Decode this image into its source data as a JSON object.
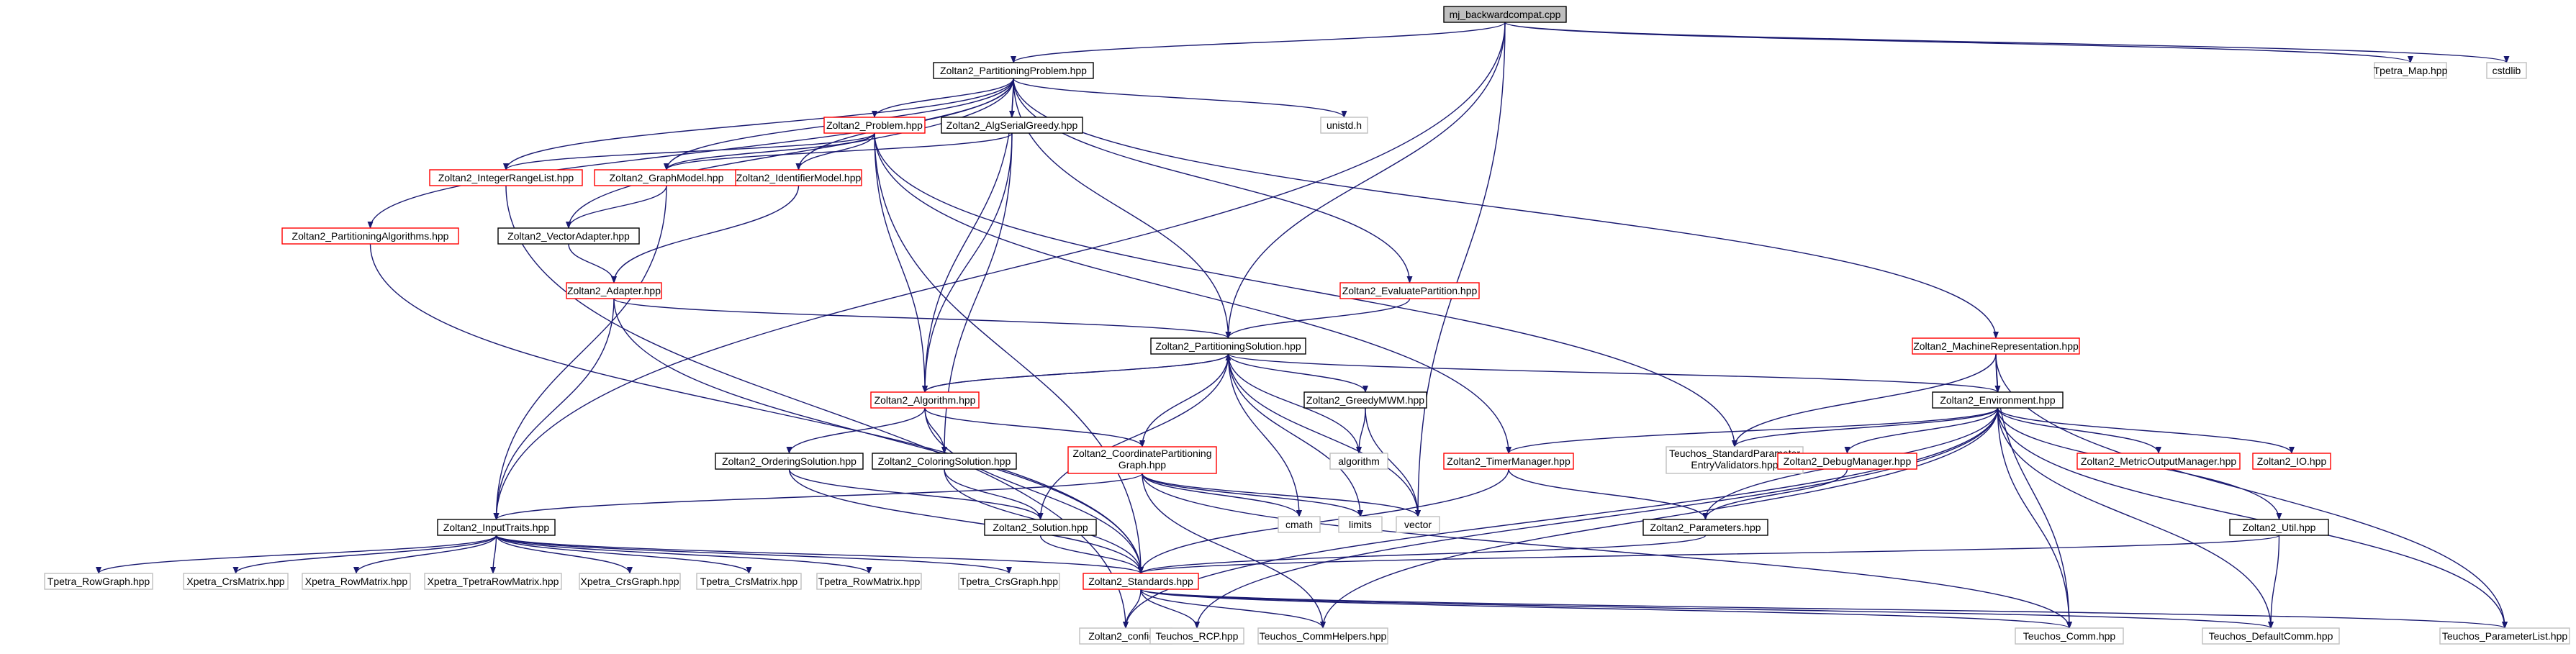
{
  "colors": {
    "edge": "#191970",
    "root_fill": "#bfbfbf",
    "documented_border": "#000000",
    "undocumented_border": "#ff0000",
    "external_border": "#bfbfbf"
  },
  "nodes": [
    {
      "id": "root",
      "label": "mj_backwardcompat.cpp",
      "kind": "root"
    },
    {
      "id": "pp",
      "label": "Zoltan2_PartitioningProblem.hpp",
      "kind": "doc"
    },
    {
      "id": "tmap",
      "label": "Tpetra_Map.hpp",
      "kind": "ext"
    },
    {
      "id": "cstdlib",
      "label": "cstdlib",
      "kind": "ext"
    },
    {
      "id": "prob",
      "label": "Zoltan2_Problem.hpp",
      "kind": "nodoc"
    },
    {
      "id": "asg",
      "label": "Zoltan2_AlgSerialGreedy.hpp",
      "kind": "doc"
    },
    {
      "id": "unistd",
      "label": "unistd.h",
      "kind": "ext"
    },
    {
      "id": "irl",
      "label": "Zoltan2_IntegerRangeList.hpp",
      "kind": "nodoc"
    },
    {
      "id": "gm",
      "label": "Zoltan2_GraphModel.hpp",
      "kind": "nodoc"
    },
    {
      "id": "im",
      "label": "Zoltan2_IdentifierModel.hpp",
      "kind": "nodoc"
    },
    {
      "id": "palg",
      "label": "Zoltan2_PartitioningAlgorithms.hpp",
      "kind": "nodoc"
    },
    {
      "id": "va",
      "label": "Zoltan2_VectorAdapter.hpp",
      "kind": "doc"
    },
    {
      "id": "adapter",
      "label": "Zoltan2_Adapter.hpp",
      "kind": "nodoc"
    },
    {
      "id": "ep",
      "label": "Zoltan2_EvaluatePartition.hpp",
      "kind": "nodoc"
    },
    {
      "id": "psol",
      "label": "Zoltan2_PartitioningSolution.hpp",
      "kind": "doc"
    },
    {
      "id": "mrep",
      "label": "Zoltan2_MachineRepresentation.hpp",
      "kind": "nodoc"
    },
    {
      "id": "alg",
      "label": "Zoltan2_Algorithm.hpp",
      "kind": "nodoc"
    },
    {
      "id": "gmwm",
      "label": "Zoltan2_GreedyMWM.hpp",
      "kind": "doc"
    },
    {
      "id": "env",
      "label": "Zoltan2_Environment.hpp",
      "kind": "doc"
    },
    {
      "id": "os",
      "label": "Zoltan2_OrderingSolution.hpp",
      "kind": "doc"
    },
    {
      "id": "cs",
      "label": "Zoltan2_ColoringSolution.hpp",
      "kind": "doc"
    },
    {
      "id": "cpg",
      "label": "Zoltan2_CoordinatePartitioning",
      "label2": "Graph.hpp",
      "kind": "nodoc"
    },
    {
      "id": "algorithm",
      "label": "algorithm",
      "kind": "ext"
    },
    {
      "id": "tm",
      "label": "Zoltan2_TimerManager.hpp",
      "kind": "nodoc"
    },
    {
      "id": "tspev",
      "label": "Teuchos_StandardParameter",
      "label2": "EntryValidators.hpp",
      "kind": "ext"
    },
    {
      "id": "dm",
      "label": "Zoltan2_DebugManager.hpp",
      "kind": "nodoc"
    },
    {
      "id": "mom",
      "label": "Zoltan2_MetricOutputManager.hpp",
      "kind": "nodoc"
    },
    {
      "id": "io",
      "label": "Zoltan2_IO.hpp",
      "kind": "nodoc"
    },
    {
      "id": "cmath",
      "label": "cmath",
      "kind": "ext"
    },
    {
      "id": "limits",
      "label": "limits",
      "kind": "ext"
    },
    {
      "id": "vector",
      "label": "vector",
      "kind": "ext"
    },
    {
      "id": "it",
      "label": "Zoltan2_InputTraits.hpp",
      "kind": "doc"
    },
    {
      "id": "sol",
      "label": "Zoltan2_Solution.hpp",
      "kind": "doc"
    },
    {
      "id": "params",
      "label": "Zoltan2_Parameters.hpp",
      "kind": "doc"
    },
    {
      "id": "util",
      "label": "Zoltan2_Util.hpp",
      "kind": "doc"
    },
    {
      "id": "trg",
      "label": "Tpetra_RowGraph.hpp",
      "kind": "ext"
    },
    {
      "id": "xcm",
      "label": "Xpetra_CrsMatrix.hpp",
      "kind": "ext"
    },
    {
      "id": "xrm",
      "label": "Xpetra_RowMatrix.hpp",
      "kind": "ext"
    },
    {
      "id": "xtrm",
      "label": "Xpetra_TpetraRowMatrix.hpp",
      "kind": "ext"
    },
    {
      "id": "xcg",
      "label": "Xpetra_CrsGraph.hpp",
      "kind": "ext"
    },
    {
      "id": "tcm",
      "label": "Tpetra_CrsMatrix.hpp",
      "kind": "ext"
    },
    {
      "id": "trm",
      "label": "Tpetra_RowMatrix.hpp",
      "kind": "ext"
    },
    {
      "id": "tcg",
      "label": "Tpetra_CrsGraph.hpp",
      "kind": "ext"
    },
    {
      "id": "std",
      "label": "Zoltan2_Standards.hpp",
      "kind": "nodoc"
    },
    {
      "id": "config",
      "label": "Zoltan2_config.h",
      "kind": "ext"
    },
    {
      "id": "rcp",
      "label": "Teuchos_RCP.hpp",
      "kind": "ext"
    },
    {
      "id": "ch",
      "label": "Teuchos_CommHelpers.hpp",
      "kind": "ext"
    },
    {
      "id": "comm",
      "label": "Teuchos_Comm.hpp",
      "kind": "ext"
    },
    {
      "id": "dcomm",
      "label": "Teuchos_DefaultComm.hpp",
      "kind": "ext"
    },
    {
      "id": "plist",
      "label": "Teuchos_ParameterList.hpp",
      "kind": "ext"
    }
  ],
  "edges": [
    [
      "root",
      "pp"
    ],
    [
      "root",
      "tmap"
    ],
    [
      "root",
      "cstdlib"
    ],
    [
      "root",
      "psol"
    ],
    [
      "root",
      "it"
    ],
    [
      "root",
      "vector"
    ],
    [
      "pp",
      "prob"
    ],
    [
      "pp",
      "asg"
    ],
    [
      "pp",
      "unistd"
    ],
    [
      "pp",
      "irl"
    ],
    [
      "pp",
      "gm"
    ],
    [
      "pp",
      "im"
    ],
    [
      "pp",
      "palg"
    ],
    [
      "pp",
      "va"
    ],
    [
      "pp",
      "ep"
    ],
    [
      "pp",
      "psol"
    ],
    [
      "pp",
      "mrep"
    ],
    [
      "pp",
      "alg"
    ],
    [
      "prob",
      "gm"
    ],
    [
      "prob",
      "im"
    ],
    [
      "prob",
      "irl"
    ],
    [
      "prob",
      "alg"
    ],
    [
      "prob",
      "tm"
    ],
    [
      "prob",
      "tspev"
    ],
    [
      "prob",
      "std"
    ],
    [
      "asg",
      "gm"
    ],
    [
      "asg",
      "alg"
    ],
    [
      "asg",
      "cs"
    ],
    [
      "irl",
      "config"
    ],
    [
      "gm",
      "va"
    ],
    [
      "gm",
      "it"
    ],
    [
      "im",
      "adapter"
    ],
    [
      "palg",
      "std"
    ],
    [
      "va",
      "adapter"
    ],
    [
      "adapter",
      "psol"
    ],
    [
      "adapter",
      "it"
    ],
    [
      "adapter",
      "std"
    ],
    [
      "ep",
      "psol"
    ],
    [
      "psol",
      "alg"
    ],
    [
      "psol",
      "gmwm"
    ],
    [
      "psol",
      "env"
    ],
    [
      "psol",
      "cpg"
    ],
    [
      "psol",
      "sol"
    ],
    [
      "psol",
      "cmath"
    ],
    [
      "psol",
      "limits"
    ],
    [
      "psol",
      "vector"
    ],
    [
      "psol",
      "algorithm"
    ],
    [
      "mrep",
      "env"
    ],
    [
      "mrep",
      "tspev"
    ],
    [
      "mrep",
      "comm"
    ],
    [
      "mrep",
      "plist"
    ],
    [
      "alg",
      "psol"
    ],
    [
      "alg",
      "os"
    ],
    [
      "alg",
      "cs"
    ],
    [
      "alg",
      "cpg"
    ],
    [
      "alg",
      "std"
    ],
    [
      "gmwm",
      "algorithm"
    ],
    [
      "gmwm",
      "vector"
    ],
    [
      "env",
      "tm"
    ],
    [
      "env",
      "tspev"
    ],
    [
      "env",
      "dm"
    ],
    [
      "env",
      "mom"
    ],
    [
      "env",
      "io"
    ],
    [
      "env",
      "params"
    ],
    [
      "env",
      "util"
    ],
    [
      "env",
      "comm"
    ],
    [
      "env",
      "dcomm"
    ],
    [
      "env",
      "plist"
    ],
    [
      "env",
      "rcp"
    ],
    [
      "env",
      "ch"
    ],
    [
      "env",
      "config"
    ],
    [
      "os",
      "sol"
    ],
    [
      "os",
      "std"
    ],
    [
      "cs",
      "sol"
    ],
    [
      "cs",
      "std"
    ],
    [
      "cpg",
      "it"
    ],
    [
      "cpg",
      "cmath"
    ],
    [
      "cpg",
      "limits"
    ],
    [
      "cpg",
      "vector"
    ],
    [
      "cpg",
      "ch"
    ],
    [
      "cpg",
      "comm"
    ],
    [
      "tm",
      "params"
    ],
    [
      "tm",
      "std"
    ],
    [
      "dm",
      "params"
    ],
    [
      "it",
      "trg"
    ],
    [
      "it",
      "xcm"
    ],
    [
      "it",
      "xrm"
    ],
    [
      "it",
      "xtrm"
    ],
    [
      "it",
      "xcg"
    ],
    [
      "it",
      "tcm"
    ],
    [
      "it",
      "trm"
    ],
    [
      "it",
      "tcg"
    ],
    [
      "it",
      "std"
    ],
    [
      "sol",
      "std"
    ],
    [
      "params",
      "std"
    ],
    [
      "util",
      "std"
    ],
    [
      "util",
      "dcomm"
    ],
    [
      "std",
      "config"
    ],
    [
      "std",
      "rcp"
    ],
    [
      "std",
      "ch"
    ],
    [
      "std",
      "comm"
    ],
    [
      "std",
      "dcomm"
    ],
    [
      "std",
      "plist"
    ]
  ]
}
